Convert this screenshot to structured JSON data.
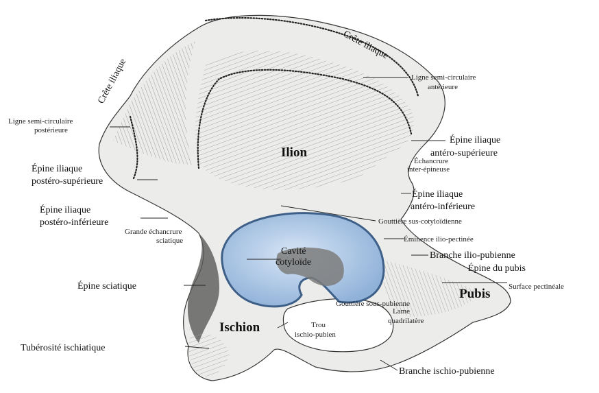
{
  "colors": {
    "bone_light": "#f4f4f2",
    "bone_mid": "#c9c9c7",
    "bone_dark": "#8a8a88",
    "bone_shadow": "#5a5a58",
    "acetabulum_fill": "#b9d2ef",
    "acetabulum_rim": "#5b7ea6",
    "ink": "#222222"
  },
  "labels": {
    "crete_iliaque_top": "Crête iliaque",
    "crete_iliaque_left": "Crête iliaque",
    "ligne_semi_ant_1": "Ligne semi-circulaire",
    "ligne_semi_ant_2": "antérieure",
    "ligne_semi_post_1": "Ligne semi-circulaire",
    "ligne_semi_post_2": "postérieure",
    "epine_ant_sup_1": "Épine iliaque",
    "epine_ant_sup_2": "antéro-supérieure",
    "echancrure_inter_1": "Échancrure",
    "echancrure_inter_2": "inter-épineuse",
    "ilion": "Ilion",
    "epine_post_sup_1": "Épine iliaque",
    "epine_post_sup_2": "postéro-supérieure",
    "epine_ant_inf_1": "Épine iliaque",
    "epine_ant_inf_2": "antéro-inférieure",
    "epine_post_inf_1": "Épine iliaque",
    "epine_post_inf_2": "postéro-inférieure",
    "gouttiere_sus": "Gouttière sus-cotyloïdienne",
    "grande_echancrure_1": "Grande échancrure",
    "grande_echancrure_2": "sciatique",
    "eminence": "Éminence ilio-pectinée",
    "cavite_1": "Cavité",
    "cavite_2": "cotyloïde",
    "branche_ilio": "Branche ilio-pubienne",
    "epine_pubis": "Épine du pubis",
    "epine_sciatique": "Épine sciatique",
    "surface_pectineale": "Surface pectinéale",
    "pubis": "Pubis",
    "gouttiere_sous": "Gouttière sous-pubienne",
    "lame_1": "Lame",
    "lame_2": "quadrilatère",
    "ischion": "Ischion",
    "trou_1": "Trou",
    "trou_2": "ischio-pubien",
    "tuberosite": "Tubérosité ischiatique",
    "branche_ischio": "Branche ischio-pubienne"
  }
}
